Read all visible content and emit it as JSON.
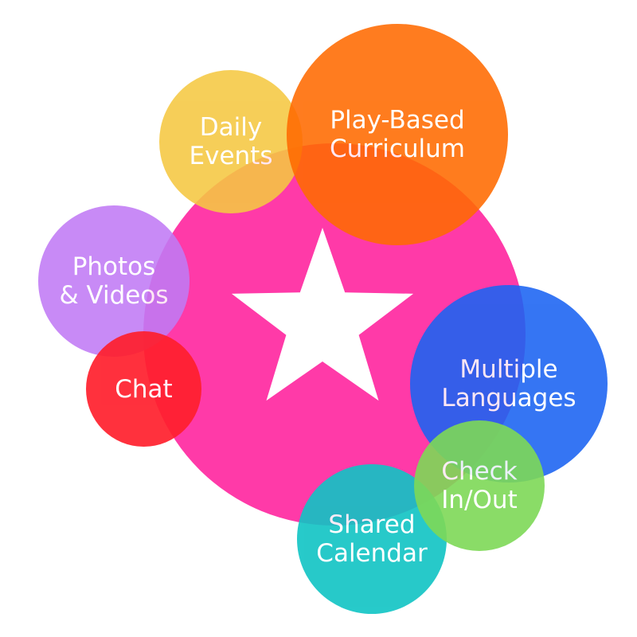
{
  "colors": {
    "hub": "#ff3aa8",
    "star": "#ffffff",
    "play_based": "#ff6a00",
    "daily_events": "#f5c842",
    "photos_videos": "#c17af5",
    "chat": "#ff1f2d",
    "multiple_languages": "#1a63f2",
    "check_in_out": "#7ed957",
    "shared_calendar": "#10c4c4"
  },
  "hub": {
    "icon": "star-icon"
  },
  "bubbles": {
    "play_based": {
      "line1": "Play-Based",
      "line2": "Curriculum"
    },
    "daily_events": {
      "line1": "Daily",
      "line2": "Events"
    },
    "photos_videos": {
      "line1": "Photos",
      "line2": "& Videos"
    },
    "chat": {
      "line1": "Chat"
    },
    "multiple_languages": {
      "line1": "Multiple",
      "line2": "Languages"
    },
    "check_in_out": {
      "line1": "Check",
      "line2": "In/Out"
    },
    "shared_calendar": {
      "line1": "Shared",
      "line2": "Calendar"
    }
  }
}
